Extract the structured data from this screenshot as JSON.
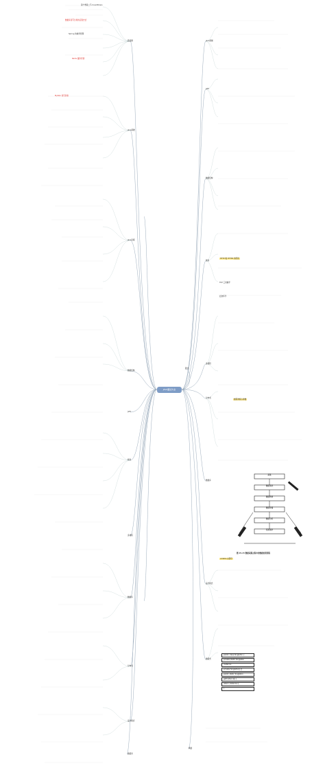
{
  "root": "JAVA面试大全",
  "branches": {
    "left": [
      "面试题",
      "java基础",
      "java高级",
      "数据结构",
      "JVM",
      "框架",
      "多线程",
      "数据库",
      "分布式",
      "设计模式",
      "微服务"
    ],
    "right": [
      "java基础",
      "JVM",
      "数据结构",
      "框架",
      "多线程",
      "分布式",
      "数据库",
      "设计模式",
      "微服务",
      "网络",
      "算法"
    ]
  },
  "top_left_text": [
    "第十章第二节 CountDown",
    "数据库读写分离的实现方式",
    "Spring 的事务管理",
    "Redis 缓存穿透",
    "MySQL 索引优化"
  ],
  "right_notes": [
    "HTTP 和 HTTPS 的区别",
    "TCP 三次握手",
    "四次挥手",
    "线程池核心参数",
    "volatile 关键字"
  ],
  "diagram": {
    "caption": "图 15-15  数据采集过程中的数据处理流程",
    "boxes": [
      "采集",
      "数据清洗",
      "数据转换",
      "数据存储",
      "数据分析",
      "结果展示"
    ]
  },
  "code_block": [
    "public class Singleton {",
    "private static Singleton",
    "instance;",
    "private Singleton(){}",
    "public static Singleton",
    "getInstance(){",
    "return instance;}",
    "}"
  ]
}
